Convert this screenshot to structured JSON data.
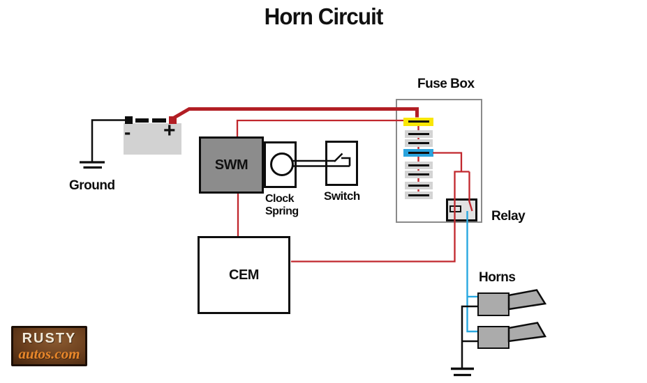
{
  "title": "Horn Circuit",
  "colors": {
    "wire_red": "#c1272d",
    "wire_red_thick": "#b21e24",
    "wire_blue": "#29a8e0",
    "wire_black": "#0d0d0d",
    "fuse_yellow": "#f9e606",
    "fuse_blue": "#2aa3dd",
    "fuse_gray": "#d4d4d4",
    "swm_fill": "#8c8c8c",
    "battery_fill": "#d2d2d2",
    "relay_fill": "#e2e2e2",
    "horn_fill": "#ababab"
  },
  "components": {
    "battery": {
      "minus_label": "-",
      "plus_label": "+"
    },
    "ground_left": {
      "label": "Ground"
    },
    "swm": {
      "label": "SWM"
    },
    "clock_spring": {
      "label": "Clock Spring"
    },
    "switch": {
      "label": "Switch"
    },
    "cem": {
      "label": "CEM"
    },
    "fuse_box": {
      "label": "Fuse Box",
      "fuses": [
        "yellow",
        "gray",
        "gray",
        "blue",
        "gray",
        "gray",
        "gray",
        "gray"
      ]
    },
    "relay": {
      "label": "Relay"
    },
    "horns": {
      "label": "Horns"
    }
  },
  "logo": {
    "line1": "RUSTY",
    "line2": "autos.com",
    "accent_color": "#e8872a"
  }
}
